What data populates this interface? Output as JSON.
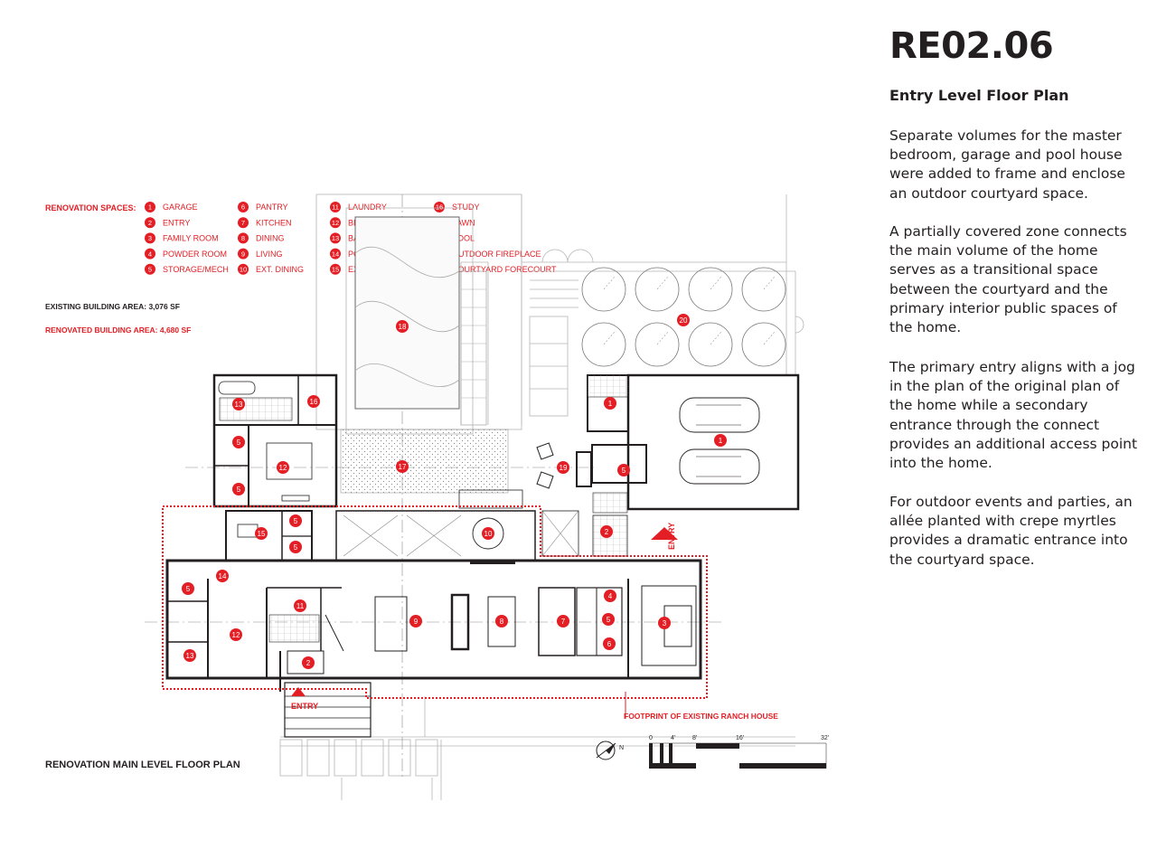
{
  "sheet": {
    "id": "RE02.06",
    "subtitle": "Entry Level Floor Plan",
    "paragraphs": [
      "Separate volumes for the master bedroom, garage and pool house were added to frame and enclose an outdoor courtyard space.",
      "A partially covered zone connects the main volume of the home serves as a transitional space between the courtyard and the primary interior public spaces of the home.",
      "The primary entry aligns with a jog in the plan of the original plan of the home while a secondary entrance through the connect provides an additional access point into the home.",
      "For outdoor events and parties, an allée planted with crepe myrtles provides a dramatic entrance into the courtyard space."
    ]
  },
  "legend": {
    "heading": "RENOVATION SPACES:",
    "items": [
      {
        "num": "1",
        "label": "GARAGE"
      },
      {
        "num": "2",
        "label": "ENTRY"
      },
      {
        "num": "3",
        "label": "FAMILY ROOM"
      },
      {
        "num": "4",
        "label": "POWDER ROOM"
      },
      {
        "num": "5",
        "label": "STORAGE/MECH"
      },
      {
        "num": "6",
        "label": "PANTRY"
      },
      {
        "num": "7",
        "label": "KITCHEN"
      },
      {
        "num": "8",
        "label": "DINING"
      },
      {
        "num": "9",
        "label": "LIVING"
      },
      {
        "num": "10",
        "label": "EXT. DINING"
      },
      {
        "num": "11",
        "label": "LAUNDRY"
      },
      {
        "num": "12",
        "label": "BEDROOM"
      },
      {
        "num": "13",
        "label": "BATHROOM"
      },
      {
        "num": "14",
        "label": "POOJA NICHE"
      },
      {
        "num": "15",
        "label": "EXERCISE"
      },
      {
        "num": "16",
        "label": "STUDY"
      },
      {
        "num": "17",
        "label": "LAWN"
      },
      {
        "num": "18",
        "label": "POOL"
      },
      {
        "num": "19",
        "label": "OUTDOOR FIREPLACE"
      },
      {
        "num": "20",
        "label": "COURTYARD FORECOURT"
      }
    ]
  },
  "areas": {
    "existing": "EXISTING BUILDING AREA: 3,076 SF",
    "renovated": "RENOVATED BUILDING AREA: 4,680 SF"
  },
  "plan": {
    "title": "RENOVATION MAIN LEVEL FLOOR PLAN",
    "entry_label": "ENTRY",
    "footprint_label": "FOOTPRINT OF EXISTING RANCH HOUSE",
    "north_label": "N",
    "scale_labels": [
      "0",
      "4'",
      "8'",
      "16'",
      "32'"
    ],
    "room_tags": [
      "20",
      "18",
      "13",
      "16",
      "1",
      "5",
      "12",
      "17",
      "19",
      "5",
      "5",
      "1",
      "5",
      "15",
      "5",
      "10",
      "2",
      "14",
      "5",
      "11",
      "4",
      "12",
      "9",
      "8",
      "7",
      "5",
      "3",
      "13",
      "2",
      "6"
    ]
  },
  "colors": {
    "accent": "#e31e24",
    "ink": "#231f20",
    "line": "#9a9a9a"
  }
}
